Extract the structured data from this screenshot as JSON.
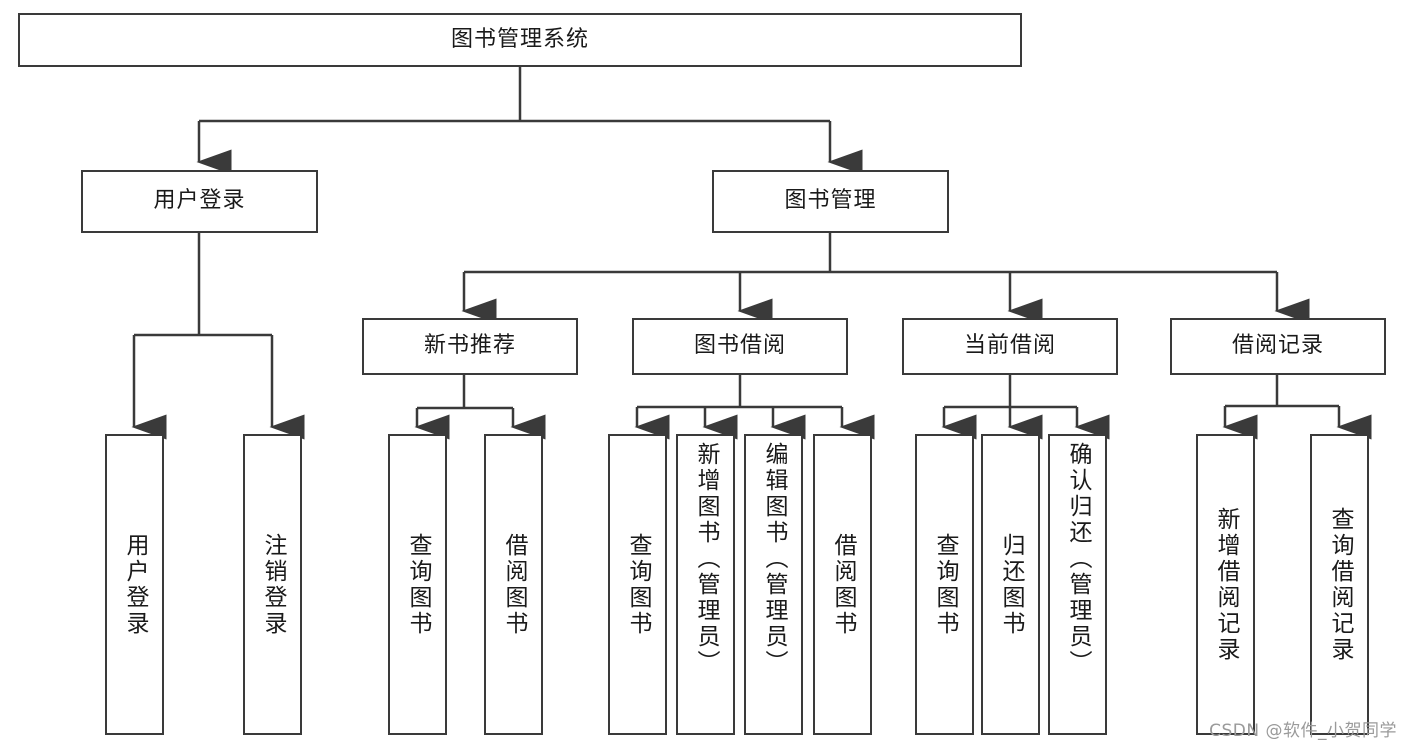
{
  "diagram": {
    "title": "图书管理系统",
    "type": "tree",
    "root": {
      "id": "root",
      "label": "图书管理系统"
    },
    "level2": [
      {
        "id": "user-login",
        "label": "用户登录"
      },
      {
        "id": "book-manage",
        "label": "图书管理"
      }
    ],
    "level3": [
      {
        "id": "new-book-recommend",
        "label": "新书推荐"
      },
      {
        "id": "book-borrow",
        "label": "图书借阅"
      },
      {
        "id": "current-borrow",
        "label": "当前借阅"
      },
      {
        "id": "borrow-record",
        "label": "借阅记录"
      }
    ],
    "leaves": {
      "user_login": [
        {
          "id": "leaf-user-login",
          "label": "用户登录"
        },
        {
          "id": "leaf-logout-login",
          "label": "注销登录"
        }
      ],
      "new_book_recommend": [
        {
          "id": "leaf-query-book-1",
          "label": "查询图书"
        },
        {
          "id": "leaf-borrow-book-1",
          "label": "借阅图书"
        }
      ],
      "book_borrow": [
        {
          "id": "leaf-query-book-2",
          "label": "查询图书"
        },
        {
          "id": "leaf-add-book",
          "label": "新增图书（管理员）"
        },
        {
          "id": "leaf-edit-book",
          "label": "编辑图书（管理员）"
        },
        {
          "id": "leaf-borrow-book-2",
          "label": "借阅图书"
        }
      ],
      "current_borrow": [
        {
          "id": "leaf-query-book-3",
          "label": "查询图书"
        },
        {
          "id": "leaf-return-book",
          "label": "归还图书"
        },
        {
          "id": "leaf-confirm-return",
          "label": "确认归还（管理员）"
        }
      ],
      "borrow_record": [
        {
          "id": "leaf-add-record",
          "label": "新增借阅记录"
        },
        {
          "id": "leaf-query-record",
          "label": "查询借阅记录"
        }
      ]
    }
  },
  "watermark": {
    "text": "CSDN @软件_小贺同学"
  },
  "colors": {
    "stroke": "#3a3a3a",
    "background": "#ffffff",
    "text": "#1a1a1a",
    "watermark": "#9a9a9a"
  }
}
